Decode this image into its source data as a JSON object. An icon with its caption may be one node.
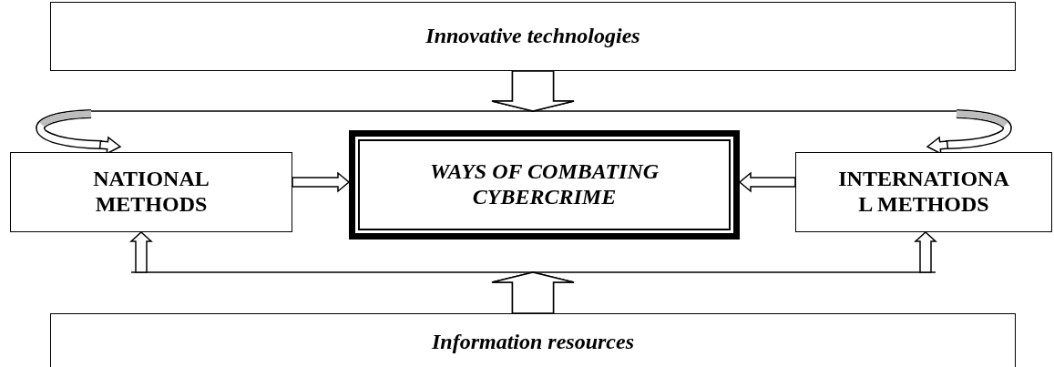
{
  "diagram": {
    "nodes": [
      {
        "text": [
          "Innovative technologies"
        ]
      },
      {
        "text": [
          "NATIONAL METHODS"
        ]
      },
      {
        "text": [
          "WAYS OF COMBATING CYBERCRIME"
        ]
      },
      {
        "text": [
          "INTERNATIONA L METHODS"
        ]
      },
      {
        "text": [
          "Information resources"
        ]
      }
    ],
    "edges": [
      {
        "from": 0,
        "to": 1,
        "arrow": "to"
      },
      {
        "from": 0,
        "to": 3,
        "arrow": "to"
      },
      {
        "from": 1,
        "to": 2,
        "arrow": "to"
      },
      {
        "from": 3,
        "to": 2,
        "arrow": "to"
      },
      {
        "from": 4,
        "to": 1,
        "arrow": "to"
      },
      {
        "from": 4,
        "to": 3,
        "arrow": "to"
      }
    ]
  }
}
